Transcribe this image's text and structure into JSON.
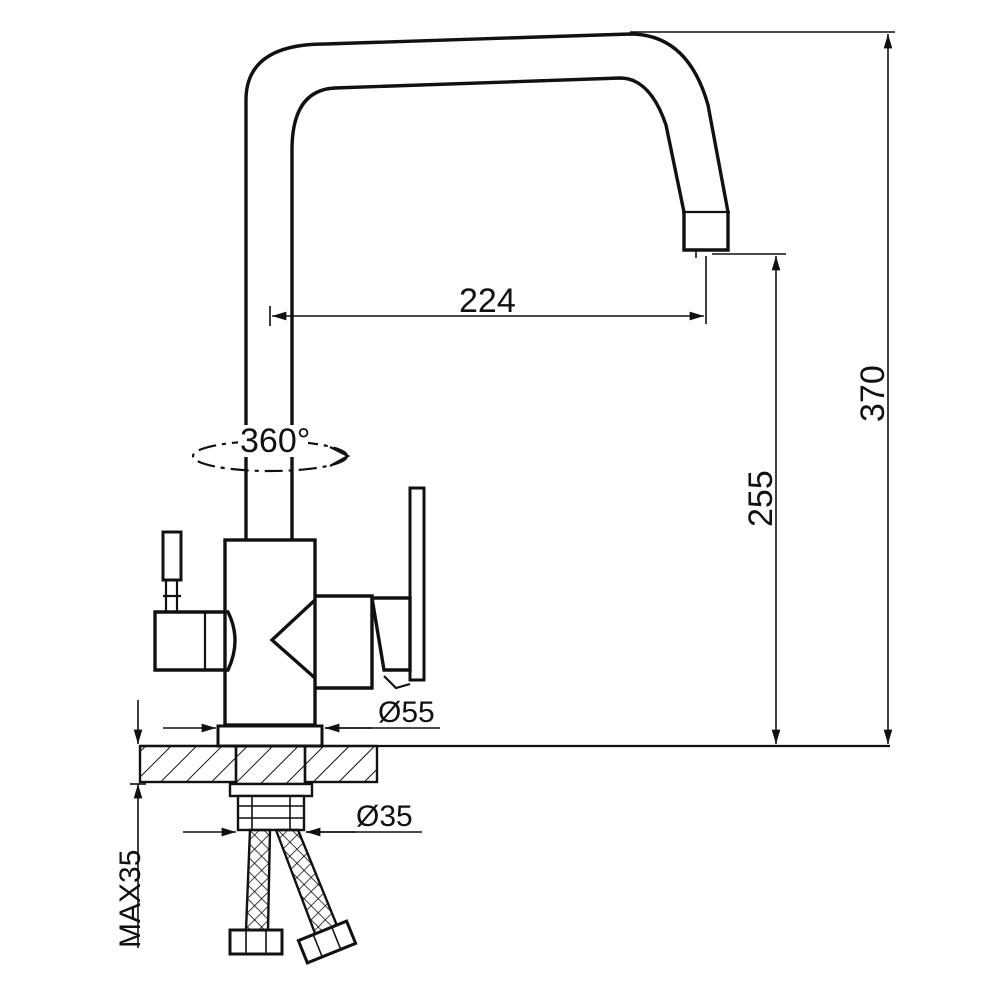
{
  "dimensions": {
    "reach": "224",
    "spout_height": "255",
    "total_height": "370",
    "base_diameter": "Ø55",
    "hole_diameter": "Ø35",
    "max_thickness": "MAX35",
    "rotation": "360°"
  },
  "colors": {
    "line": "#111111",
    "background": "#ffffff"
  }
}
